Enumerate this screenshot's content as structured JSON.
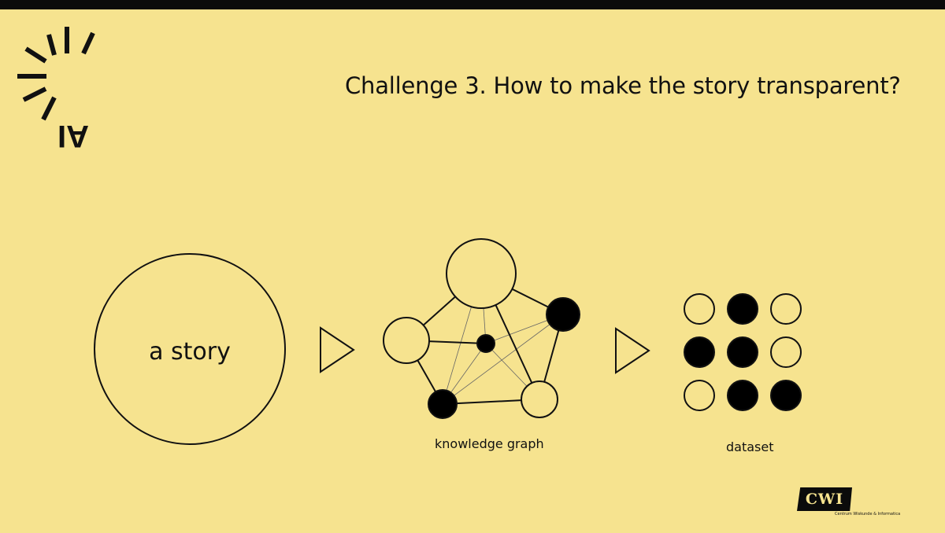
{
  "slide": {
    "background_color": "#f6e38f",
    "title": "Challenge 3. How to make the story transparent?",
    "logo": {
      "icon": "ai-sunburst-logo",
      "text": "AI"
    }
  },
  "diagram": {
    "story": {
      "label": "a story"
    },
    "knowledge_graph": {
      "caption": "knowledge graph",
      "nodes": [
        {
          "id": "top-large",
          "filled": false
        },
        {
          "id": "right",
          "filled": true
        },
        {
          "id": "left",
          "filled": false
        },
        {
          "id": "center",
          "filled": true
        },
        {
          "id": "bottom-left",
          "filled": true
        },
        {
          "id": "bottom-right",
          "filled": false
        }
      ],
      "edges": [
        {
          "from": "left",
          "to": "top-large",
          "weight": "strong"
        },
        {
          "from": "top-large",
          "to": "right",
          "weight": "strong"
        },
        {
          "from": "top-large",
          "to": "bottom-right",
          "weight": "strong"
        },
        {
          "from": "right",
          "to": "bottom-right",
          "weight": "strong"
        },
        {
          "from": "left",
          "to": "center",
          "weight": "strong"
        },
        {
          "from": "left",
          "to": "bottom-left",
          "weight": "strong"
        },
        {
          "from": "bottom-left",
          "to": "bottom-right",
          "weight": "strong"
        },
        {
          "from": "center",
          "to": "bottom-right",
          "weight": "light"
        },
        {
          "from": "center",
          "to": "right",
          "weight": "light"
        },
        {
          "from": "top-large",
          "to": "bottom-left",
          "weight": "light"
        },
        {
          "from": "center",
          "to": "bottom-left",
          "weight": "light"
        },
        {
          "from": "top-large",
          "to": "center",
          "weight": "light"
        },
        {
          "from": "bottom-left",
          "to": "right",
          "weight": "light"
        }
      ]
    },
    "dataset": {
      "caption": "dataset",
      "grid": [
        [
          false,
          true,
          false
        ],
        [
          true,
          true,
          false
        ],
        [
          false,
          true,
          true
        ]
      ]
    },
    "arrows": [
      "triangle-arrow-icon",
      "triangle-arrow-icon"
    ]
  },
  "footer": {
    "logo_text": "CWI",
    "logo_subtext": "Centrum Wiskunde & Informatica"
  }
}
